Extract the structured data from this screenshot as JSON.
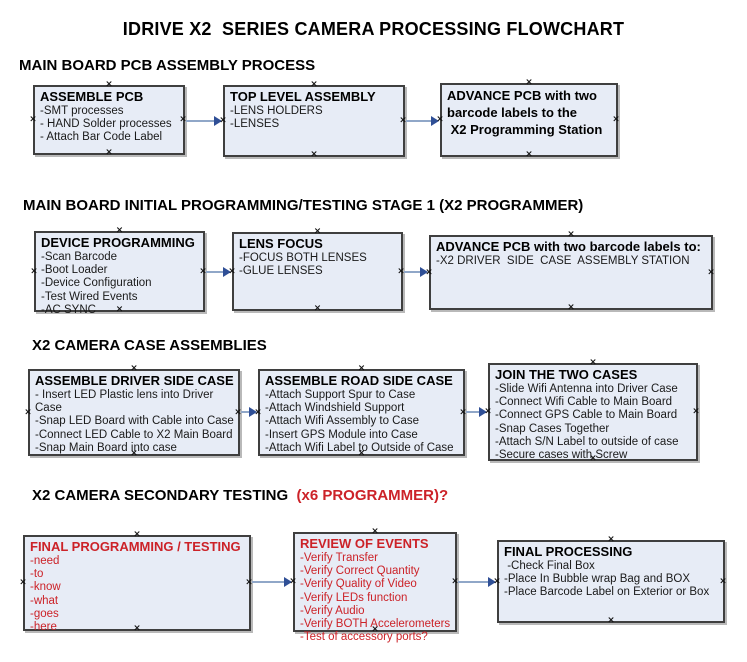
{
  "title": "IDRIVE X2  SERIES CAMERA PROCESSING FLOWCHART",
  "colors": {
    "box_fill": "#e7ecf6",
    "box_border": "#3f3f3f",
    "red": "#cc2228",
    "arrow_line": "#90a7c8",
    "arrow_head": "#2f4f96",
    "mark": "#111111"
  },
  "sections": [
    {
      "heading": "MAIN BOARD PCB ASSEMBLY PROCESS"
    },
    {
      "heading": "MAIN BOARD INITIAL PROGRAMMING/TESTING STAGE 1 (X2 PROGRAMMER)"
    },
    {
      "heading": "X2 CAMERA CASE ASSEMBLIES"
    },
    {
      "heading_black": "X2 CAMERA SECONDARY TESTING  ",
      "heading_red": "(x6 PROGRAMMER)?"
    }
  ],
  "boxes": [
    {
      "title": "ASSEMBLE PCB",
      "items": [
        "-SMT processes",
        "- HAND Solder processes",
        "- Attach Bar Code Label"
      ]
    },
    {
      "title": "TOP LEVEL ASSEMBLY",
      "items": [
        "-LENS HOLDERS",
        "-LENSES"
      ]
    },
    {
      "title": "ADVANCE PCB with two\nbarcode labels to the\n X2 Programming Station",
      "items": []
    },
    {
      "title": "DEVICE PROGRAMMING",
      "items": [
        "-Scan Barcode",
        "-Boot Loader",
        "-Device Configuration",
        "-Test Wired Events",
        "-AC SYNC"
      ]
    },
    {
      "title": "LENS FOCUS",
      "items": [
        "-FOCUS BOTH LENSES",
        "-GLUE LENSES"
      ]
    },
    {
      "title": "ADVANCE PCB with two barcode labels to:",
      "items": [
        "-X2 DRIVER  SIDE  CASE  ASSEMBLY STATION"
      ]
    },
    {
      "title": "ASSEMBLE DRIVER SIDE CASE",
      "items": [
        "- Insert LED Plastic lens into Driver Case",
        "-Snap LED Board with Cable into Case",
        "-Connect LED Cable to X2 Main Board",
        "-Snap Main Board into case"
      ]
    },
    {
      "title": "ASSEMBLE ROAD SIDE CASE",
      "items": [
        "-Attach Support Spur to Case",
        "-Attach Windshield Support",
        "-Attach Wifi Assembly to Case",
        "-Insert GPS Module into Case",
        "-Attach Wifi Label to Outside of Case"
      ]
    },
    {
      "title": "JOIN THE TWO CASES",
      "items": [
        "-Slide Wifi Antenna into Driver Case",
        "-Connect Wifi Cable to Main Board",
        "-Connect GPS Cable to Main Board",
        "-Snap Cases Together",
        "-Attach S/N Label to outside of case",
        "-Secure cases with Screw"
      ]
    },
    {
      "title": "FINAL PROGRAMMING / TESTING",
      "items": [
        "-need",
        "-to",
        "-know",
        "-what",
        "-goes",
        "-here"
      ]
    },
    {
      "title": "REVIEW OF EVENTS",
      "items": [
        "-Verify Transfer",
        "-Verify Correct Quantity",
        "-Verify Quality of Video",
        "-Verify LEDs function",
        "-Verify Audio",
        "-Verify BOTH Accelerometers",
        "-Test of accessory ports?"
      ]
    },
    {
      "title": "FINAL PROCESSING",
      "items": [
        " -Check Final Box",
        "-Place In Bubble wrap Bag and BOX",
        "-Place Barcode Label on Exterior or Box"
      ]
    }
  ]
}
